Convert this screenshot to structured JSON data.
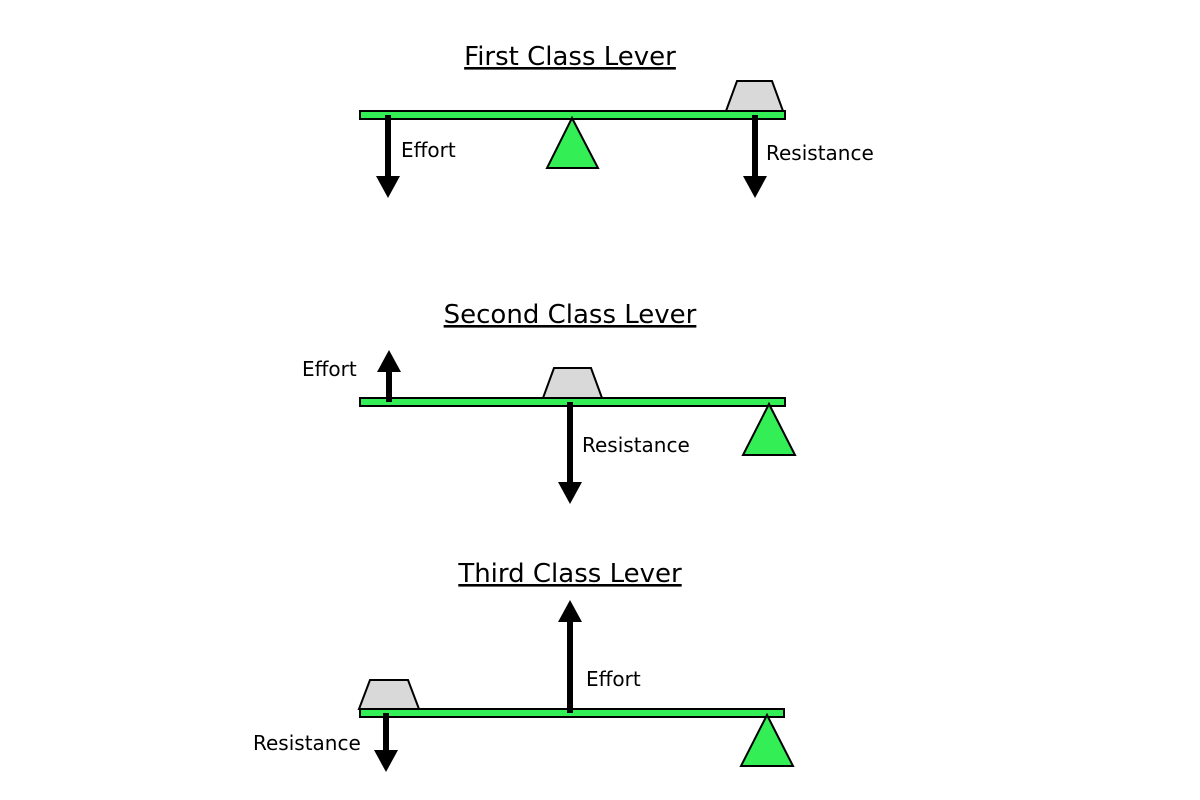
{
  "colors": {
    "beam": "#33ee55",
    "fulcrum": "#33ee55",
    "weight": "#d9d9d9",
    "arrow": "#000000"
  },
  "levers": [
    {
      "title": "First Class Lever",
      "effort_label": "Effort",
      "resistance_label": "Resistance"
    },
    {
      "title": "Second Class Lever",
      "effort_label": "Effort",
      "resistance_label": "Resistance"
    },
    {
      "title": "Third Class Lever",
      "effort_label": "Effort",
      "resistance_label": "Resistance"
    }
  ]
}
